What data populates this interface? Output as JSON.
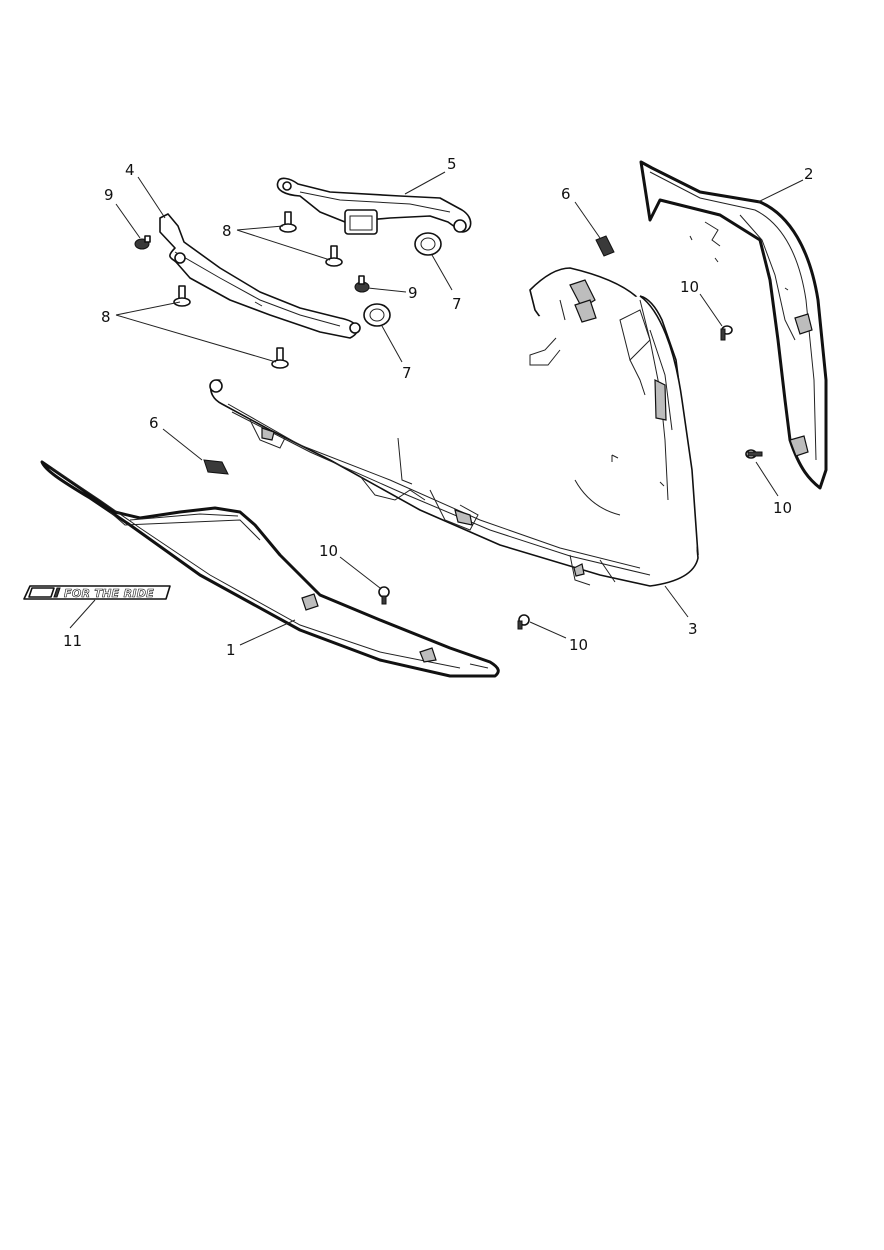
{
  "callouts": {
    "c1": "1",
    "c2": "2",
    "c3": "3",
    "c4": "4",
    "c5": "5",
    "c6a": "6",
    "c6b": "6",
    "c7a": "7",
    "c7b": "7",
    "c8a": "8",
    "c8b": "8",
    "c9a": "9",
    "c9b": "9",
    "c10a": "10",
    "c10b": "10",
    "c10c": "10",
    "c10d": "10",
    "c11": "11"
  },
  "decal": {
    "text": "FOR THE RIDE"
  }
}
